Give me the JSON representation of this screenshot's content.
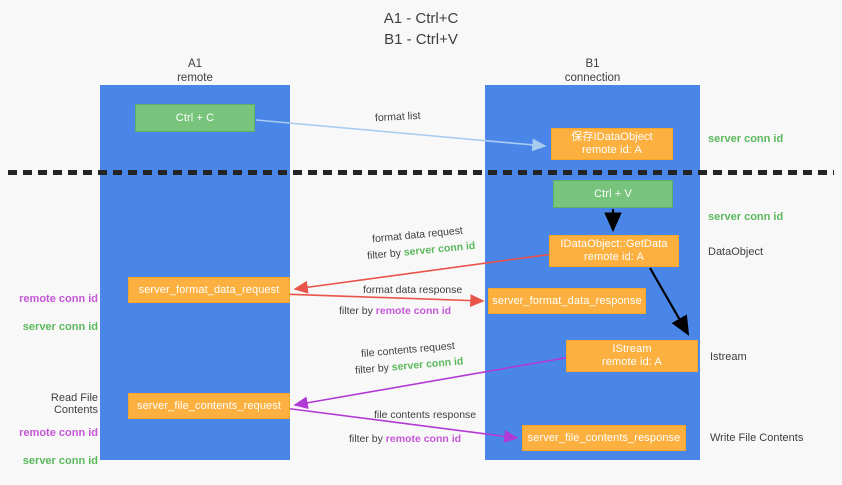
{
  "title": "A1 - Ctrl+C\nB1 - Ctrl+V",
  "columns": {
    "left": {
      "name": "A1",
      "role": "remote",
      "label": "A1\nremote"
    },
    "right": {
      "name": "B1",
      "role": "connection",
      "label": "B1\nconnection"
    }
  },
  "nodes": {
    "ctrl_c": "Ctrl + C",
    "ctrl_v": "Ctrl + V",
    "save_dataobject": "保存IDataObject\nremote id: A",
    "getdata": "IDataObject::GetData\nremote id: A",
    "istream": "IStream\nremote id: A",
    "server_format_data_request": "server_format_data_request",
    "server_format_data_response": "server_format_data_response",
    "server_file_contents_request": "server_file_contents_request",
    "server_file_contents_response": "server_file_contents_response"
  },
  "edges": {
    "format_list": "format list",
    "format_data_request": "format data request",
    "format_data_request_filter_prefix": "filter by ",
    "format_data_request_filter_key": "server conn id",
    "format_data_response": "format data response",
    "format_data_response_filter_prefix": "filter by ",
    "format_data_response_filter_key": "remote conn id",
    "file_contents_request": "file contents request",
    "file_contents_request_filter_prefix": "filter by ",
    "file_contents_request_filter_key": "server conn id",
    "file_contents_response": "file contents response",
    "file_contents_response_filter_prefix": "filter by ",
    "file_contents_response_filter_key": "remote conn id"
  },
  "annotations": {
    "right": {
      "server_conn_id_top": "server conn id",
      "server_conn_id_mid": "server conn id",
      "dataobject": "DataObject",
      "istream": "Istream",
      "write_file_contents": "Write File Contents"
    },
    "left": {
      "conn_ids_upper": "remote conn id\nserver conn id",
      "read_file_contents": "Read File Contents",
      "conn_ids_lower": "remote conn id\nserver conn id"
    }
  },
  "colors": {
    "background": "#f8f8f8",
    "lane": "#4a86e8",
    "green_node": "#78c47c",
    "orange_node": "#fbb040",
    "server_conn_id": "#5cb85c",
    "remote_conn_id": "#c457d6",
    "arrow_format_list": "#a8cdf0",
    "arrow_format_data": "#e8544a",
    "arrow_file_contents": "#b23ad4",
    "arrow_flow": "#000000",
    "divider": "#242424"
  }
}
